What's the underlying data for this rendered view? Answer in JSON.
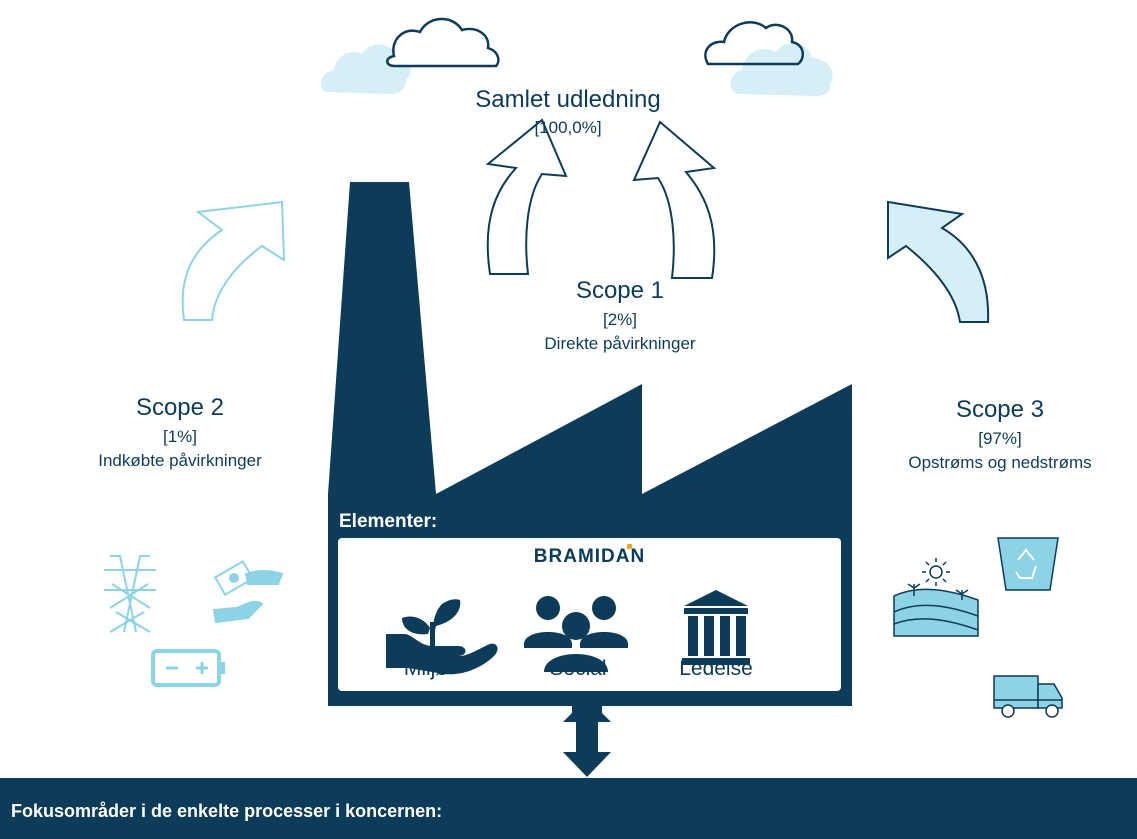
{
  "total": {
    "title": "Samlet udledning",
    "value": "[100,0%]"
  },
  "scope1": {
    "title": "Scope 1",
    "value": "[2%]",
    "description": "Direkte påvirkninger"
  },
  "scope2": {
    "title": "Scope 2",
    "value": "[1%]",
    "description": "Indkøbte påvirkninger"
  },
  "scope3": {
    "title": "Scope 3",
    "value": "[97%]",
    "description": "Opstrøms og nedstrøms"
  },
  "elements": {
    "heading": "Elementer:",
    "brand": "BRAMIDAN",
    "items": [
      {
        "label": "Miljø",
        "icon": "plant-in-hand-icon"
      },
      {
        "label": "Social",
        "icon": "people-group-icon"
      },
      {
        "label": "Ledelse",
        "icon": "institution-building-icon"
      }
    ]
  },
  "scope2_icons": [
    "power-pylon-icon",
    "money-hand-icon",
    "battery-icon"
  ],
  "scope3_icons": [
    "recycle-bin-icon",
    "farmland-icon",
    "delivery-truck-icon"
  ],
  "focus_bar": {
    "text": "Fokusområder i de enkelte processer i koncernen:"
  },
  "colors": {
    "navy": "#0d3b5a",
    "light_blue": "#8dd3e6",
    "light_blue_fill": "#d6eef6",
    "brand_accent": "#f2a516"
  }
}
